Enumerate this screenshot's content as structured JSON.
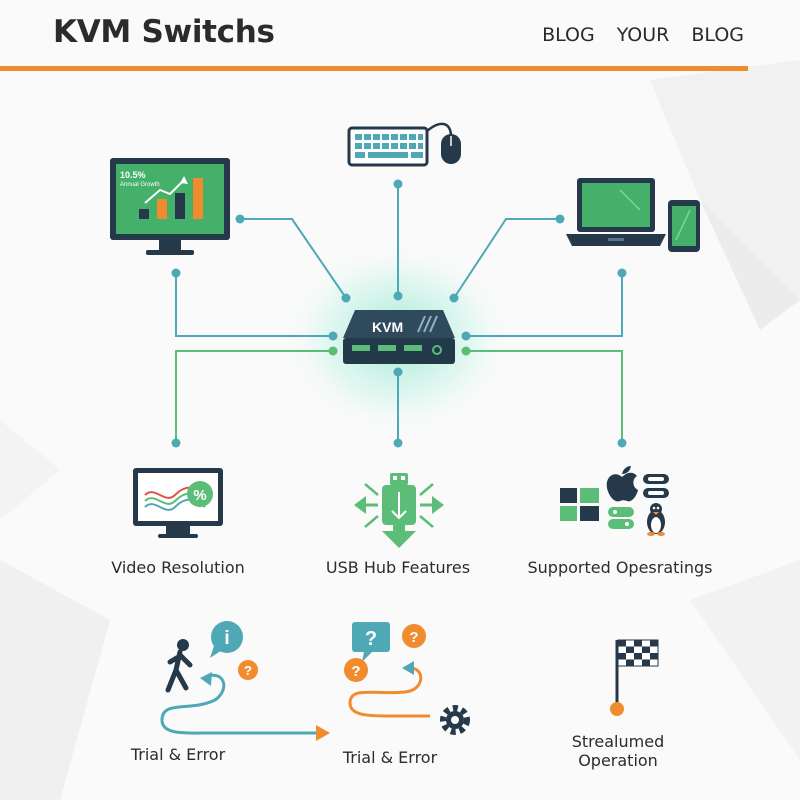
{
  "header": {
    "title": "KVM Switchs",
    "nav": [
      "BLOG",
      "YOUR",
      "BLOG"
    ]
  },
  "monitor": {
    "growth_value": "10.5%",
    "growth_label": "Annual Growth"
  },
  "hub": {
    "label": "KVM"
  },
  "features": {
    "video": "Video Resolution",
    "usb": "USB Hub Features",
    "os": "Supported Opesratings"
  },
  "bottom": {
    "trial1": "Trial & Error",
    "trial2": "Trial & Error",
    "operation_line1": "Strealumed",
    "operation_line2": "Operation"
  },
  "icon_glyphs": {
    "percent": "%",
    "info": "i",
    "question": "?"
  },
  "colors": {
    "accent_orange": "#f08c2d",
    "teal": "#4fa8b5",
    "green": "#5bbd77",
    "dark_navy": "#25394a",
    "screen_green": "#44b06a"
  }
}
